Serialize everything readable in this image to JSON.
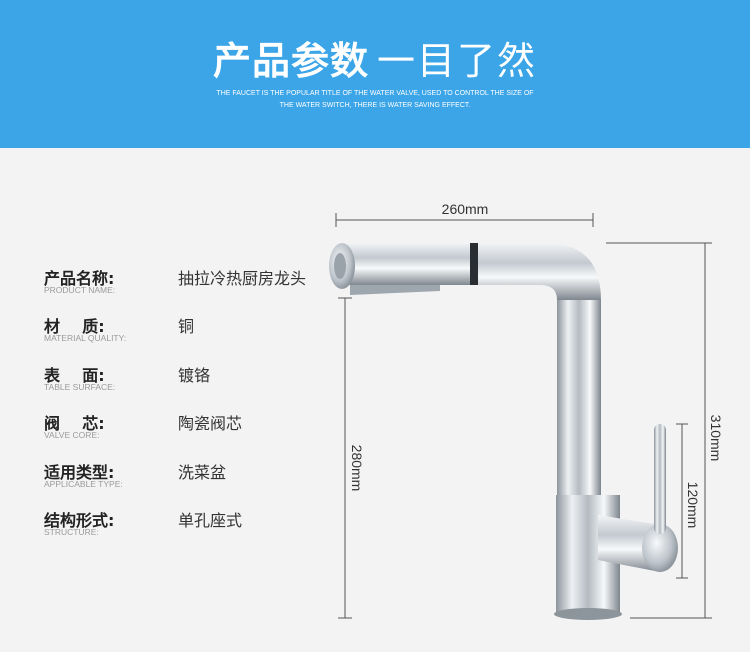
{
  "banner": {
    "title_bold": "产品参数",
    "title_light": "一目了然",
    "subtitle": "THE FAUCET IS THE POPULAR TITLE OF THE WATER VALVE, USED TO CONTROL THE SIZE OF THE WATER SWITCH, THERE IS WATER SAVING EFFECT."
  },
  "specs": [
    {
      "label": "产品名称:",
      "sub": "PRODUCT NAME:",
      "value": "抽拉冷热厨房龙头"
    },
    {
      "label": "材    质:",
      "sub": "MATERIAL QUALITY:",
      "value": "铜"
    },
    {
      "label": "表    面:",
      "sub": "TABLE SURFACE:",
      "value": "镀铬"
    },
    {
      "label": "阀    芯:",
      "sub": "VALVE CORE:",
      "value": "陶瓷阀芯"
    },
    {
      "label": "适用类型:",
      "sub": "APPLICABLE TYPE:",
      "value": "洗菜盆"
    },
    {
      "label": "结构形式:",
      "sub": "STRUCTURE:",
      "value": "单孔座式"
    }
  ],
  "dimensions": {
    "width": "260mm",
    "total_height": "310mm",
    "spout_height": "280mm",
    "handle_height": "120mm"
  },
  "colors": {
    "banner": "#3ba5e8",
    "background": "#f3f3f3",
    "chrome": "#b8bfc6"
  }
}
